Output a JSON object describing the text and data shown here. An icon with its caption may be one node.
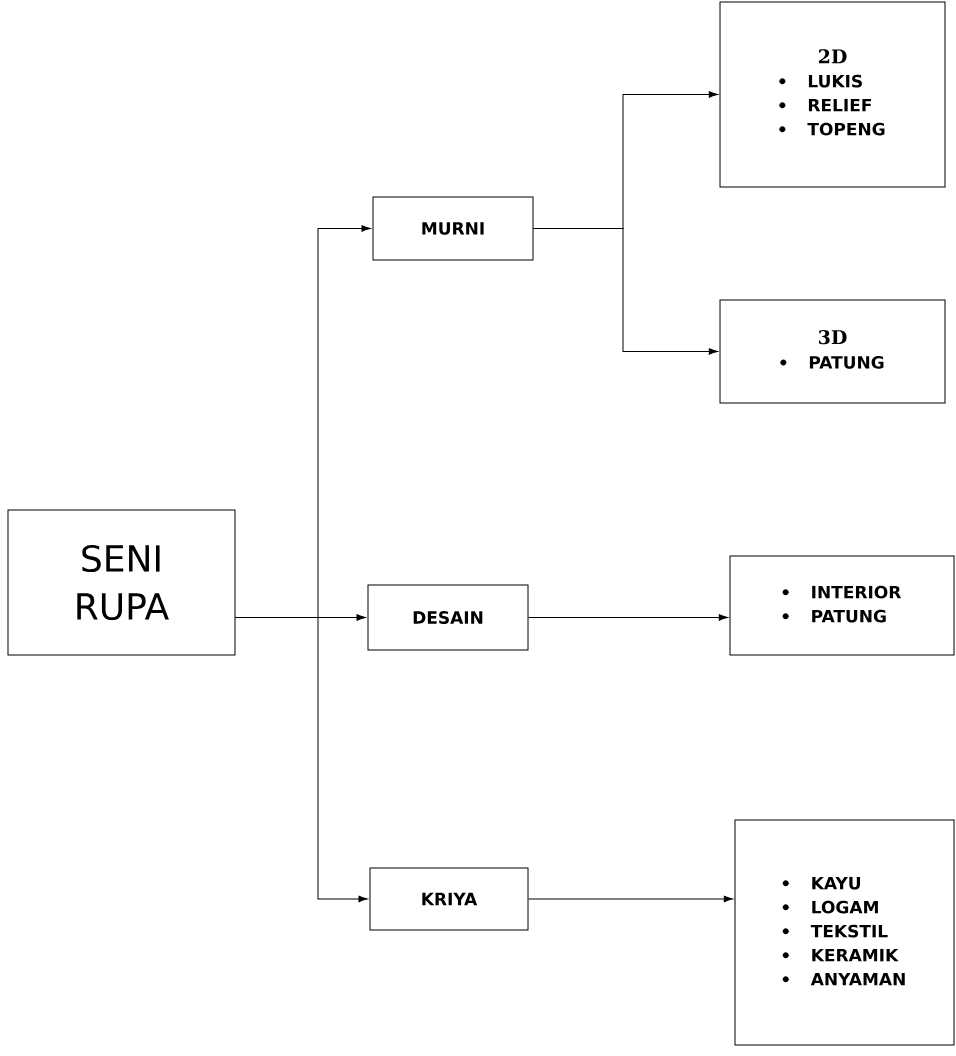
{
  "diagram": {
    "nodes": [
      {
        "text": [
          "SENI RUPA"
        ]
      },
      {
        "text": [
          "MURNI"
        ]
      },
      {
        "text": [
          "DESAIN"
        ]
      },
      {
        "text": [
          "KRIYA"
        ]
      },
      {
        "text": [
          "2D",
          "LUKIS",
          "RELIEF",
          "TOPENG"
        ]
      },
      {
        "text": [
          "3D",
          "PATUNG"
        ]
      },
      {
        "text": [
          "INTERIOR",
          "PATUNG"
        ]
      },
      {
        "text": [
          "KAYU",
          "LOGAM",
          "TEKSTIL",
          "KERAMIK",
          "ANYAMAN"
        ]
      }
    ],
    "edges": [
      {
        "from": 0,
        "to": 1,
        "arrow": "to"
      },
      {
        "from": 0,
        "to": 2,
        "arrow": "to"
      },
      {
        "from": 0,
        "to": 3,
        "arrow": "to"
      },
      {
        "from": 1,
        "to": 4,
        "arrow": "to"
      },
      {
        "from": 1,
        "to": 5,
        "arrow": "to"
      },
      {
        "from": 2,
        "to": 6,
        "arrow": "to"
      },
      {
        "from": 3,
        "to": 7,
        "arrow": "to"
      }
    ]
  }
}
